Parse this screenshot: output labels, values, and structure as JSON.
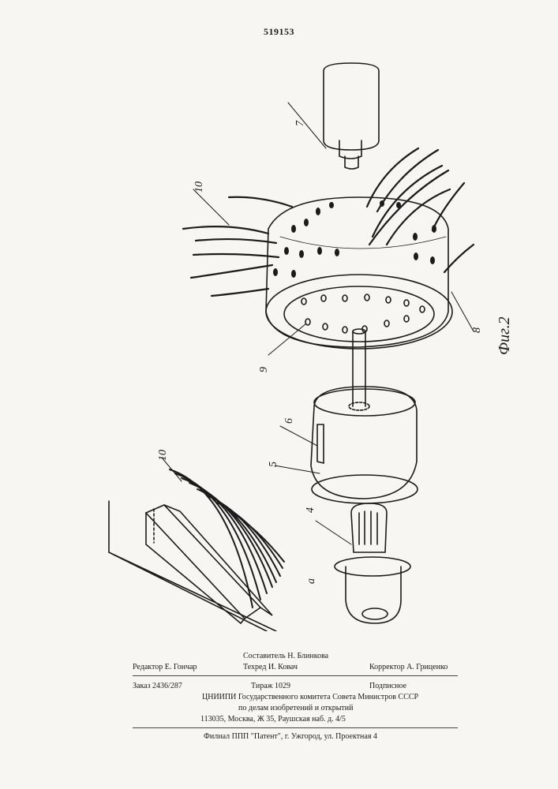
{
  "patent_number": "519153",
  "figure_caption": "Фиг.2",
  "labels": {
    "l7": "7",
    "l10a": "10",
    "l8": "8",
    "l9": "9",
    "l6": "6",
    "l5": "5",
    "l4": "4",
    "l10b": "10",
    "la": "а"
  },
  "colophon": {
    "editor": "Редактор Е. Гончар",
    "compiler": "Составитель Н. Блинкова",
    "techred": "Техред И. Ковач",
    "corrector": "Корректор А. Гриценко",
    "order": "Заказ 2436/287",
    "circulation": "Тираж 1029",
    "subscription": "Подписное",
    "org_line1": "ЦНИИПИ Государственного комитета Совета Министров СССР",
    "org_line2": "по делам изобретений и открытий",
    "address": "113035, Москва, Ж 35, Раушская наб. д. 4/5",
    "branch": "Филиал ППП \"Патент\", г. Ужгород, ул. Проектная 4"
  }
}
